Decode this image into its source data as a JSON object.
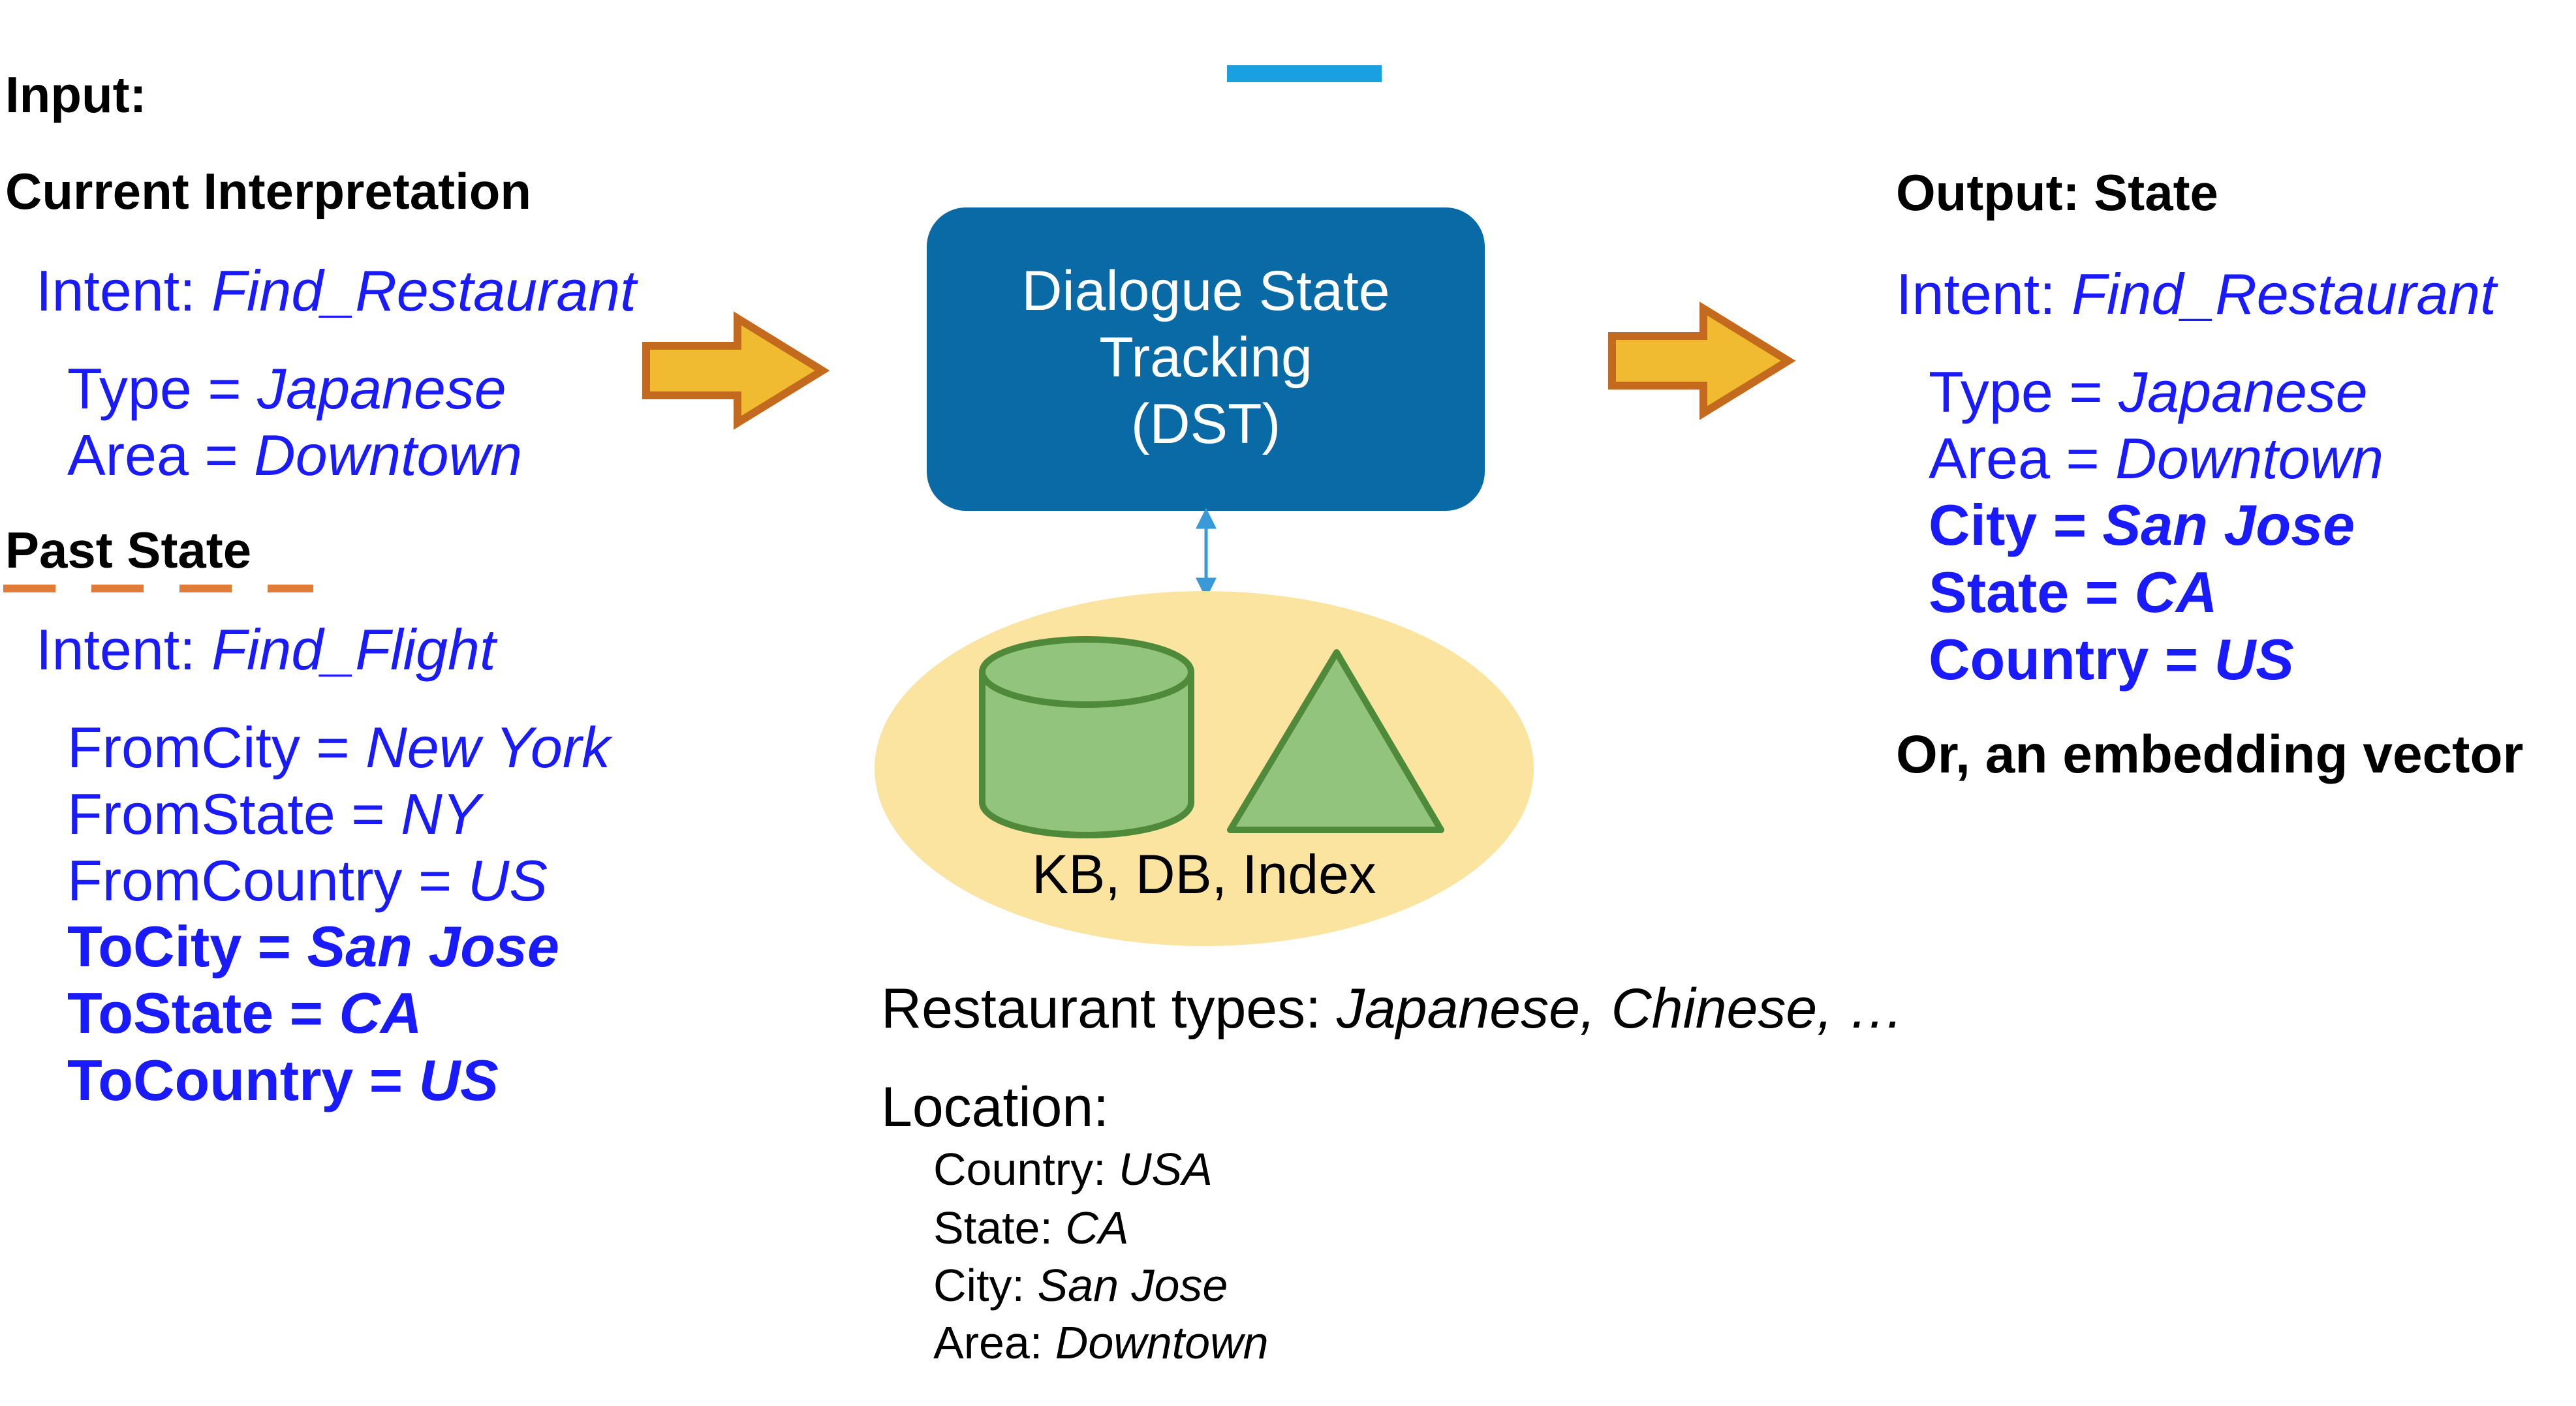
{
  "input": {
    "title": "Input:",
    "current_interpretation": {
      "heading": "Current Interpretation",
      "intent_label": "Intent: ",
      "intent_value": "Find_Restaurant",
      "slots": [
        {
          "name": "Type = ",
          "value": "Japanese"
        },
        {
          "name": "Area = ",
          "value": "Downtown"
        }
      ]
    },
    "past_state": {
      "heading": "Past State",
      "intent_label": "Intent: ",
      "intent_value": "Find_Flight",
      "slots": [
        {
          "name": "FromCity = ",
          "value": "New York"
        },
        {
          "name": "FromState = ",
          "value": "NY"
        },
        {
          "name": "FromCountry = ",
          "value": "US"
        }
      ],
      "bold_slots": [
        {
          "name": "ToCity = ",
          "value": "San Jose"
        },
        {
          "name": "ToState = ",
          "value": "CA"
        },
        {
          "name": "ToCountry = ",
          "value": "US"
        }
      ]
    }
  },
  "dst_box": {
    "line1": "Dialogue State",
    "line2": "Tracking",
    "line3": "(DST)"
  },
  "kb": {
    "label": "KB, DB, Index"
  },
  "knowledge": {
    "restaurant_label": "Restaurant types: ",
    "restaurant_values": "Japanese, Chinese, …",
    "location_heading": "Location:",
    "location_items": [
      {
        "name": "Country: ",
        "value": "USA"
      },
      {
        "name": "State: ",
        "value": "CA"
      },
      {
        "name": "City: ",
        "value": "San Jose"
      },
      {
        "name": "Area: ",
        "value": "Downtown"
      }
    ]
  },
  "output": {
    "heading": "Output: State",
    "intent_label": "Intent: ",
    "intent_value": "Find_Restaurant",
    "slots": [
      {
        "name": "Type = ",
        "value": "Japanese"
      },
      {
        "name": "Area = ",
        "value": "Downtown"
      }
    ],
    "bold_slots": [
      {
        "name": "City = ",
        "value": "San Jose"
      },
      {
        "name": "State = ",
        "value": "CA"
      },
      {
        "name": "Country = ",
        "value": "US"
      }
    ],
    "alternative": "Or, an embedding vector"
  },
  "colors": {
    "text_blue": "#1a1aff",
    "dst_box": "#0a6aa6",
    "arrow_fill": "#f0bb30",
    "arrow_stroke": "#c46a1e",
    "kb_ellipse": "#fbe3a0",
    "shape_fill": "#93c47d",
    "shape_stroke": "#4e8a3a",
    "accent_bar": "#1aa0e0",
    "dash_orange": "#e07b39"
  }
}
